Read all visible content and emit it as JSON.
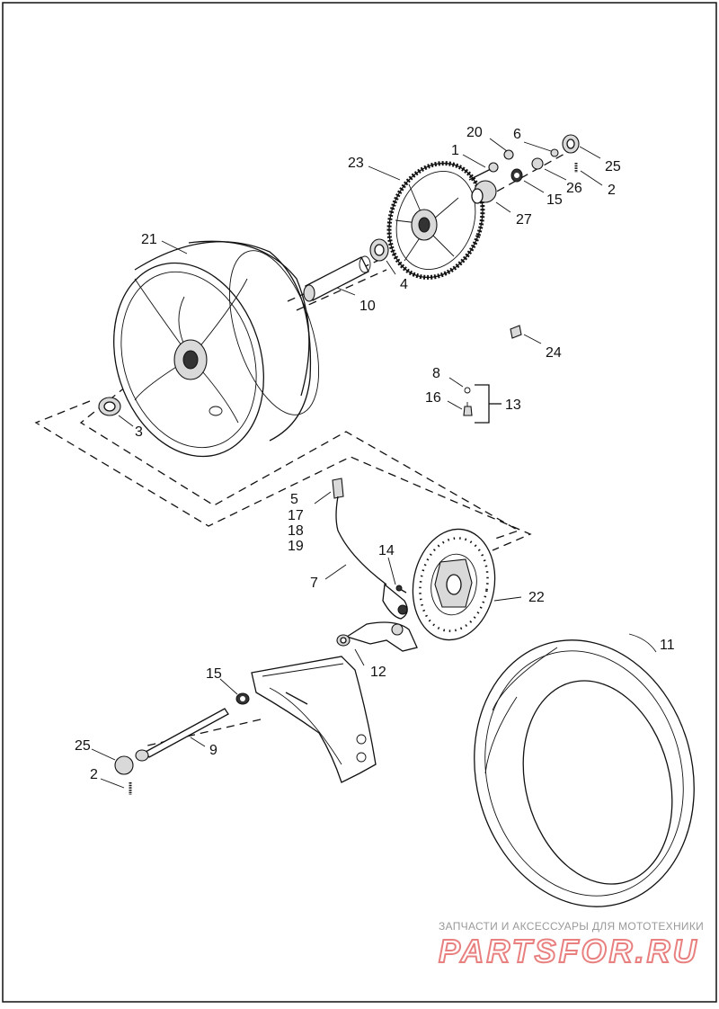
{
  "diagram": {
    "callouts": [
      {
        "id": "c20",
        "text": "20"
      },
      {
        "id": "c6",
        "text": "6"
      },
      {
        "id": "c1",
        "text": "1"
      },
      {
        "id": "c25a",
        "text": "25"
      },
      {
        "id": "c23",
        "text": "23"
      },
      {
        "id": "c26",
        "text": "26"
      },
      {
        "id": "c2a",
        "text": "2"
      },
      {
        "id": "c15a",
        "text": "15"
      },
      {
        "id": "c27",
        "text": "27"
      },
      {
        "id": "c21",
        "text": "21"
      },
      {
        "id": "c4",
        "text": "4"
      },
      {
        "id": "c10",
        "text": "10"
      },
      {
        "id": "c24",
        "text": "24"
      },
      {
        "id": "c8",
        "text": "8"
      },
      {
        "id": "c16",
        "text": "16"
      },
      {
        "id": "c13",
        "text": "13"
      },
      {
        "id": "c3",
        "text": "3"
      },
      {
        "id": "c5",
        "text": "5"
      },
      {
        "id": "c17",
        "text": "17"
      },
      {
        "id": "c18",
        "text": "18"
      },
      {
        "id": "c19",
        "text": "19"
      },
      {
        "id": "c14",
        "text": "14"
      },
      {
        "id": "c7",
        "text": "7"
      },
      {
        "id": "c22",
        "text": "22"
      },
      {
        "id": "c11",
        "text": "11"
      },
      {
        "id": "c12",
        "text": "12"
      },
      {
        "id": "c15b",
        "text": "15"
      },
      {
        "id": "c9",
        "text": "9"
      },
      {
        "id": "c25b",
        "text": "25"
      },
      {
        "id": "c2b",
        "text": "2"
      }
    ]
  },
  "watermark": {
    "tagline": "ЗАПЧАСТИ И АКСЕССУАРЫ ДЛЯ МОТОТЕХНИКИ",
    "brand": "PARTSFOR.RU",
    "color": "#e98080"
  }
}
